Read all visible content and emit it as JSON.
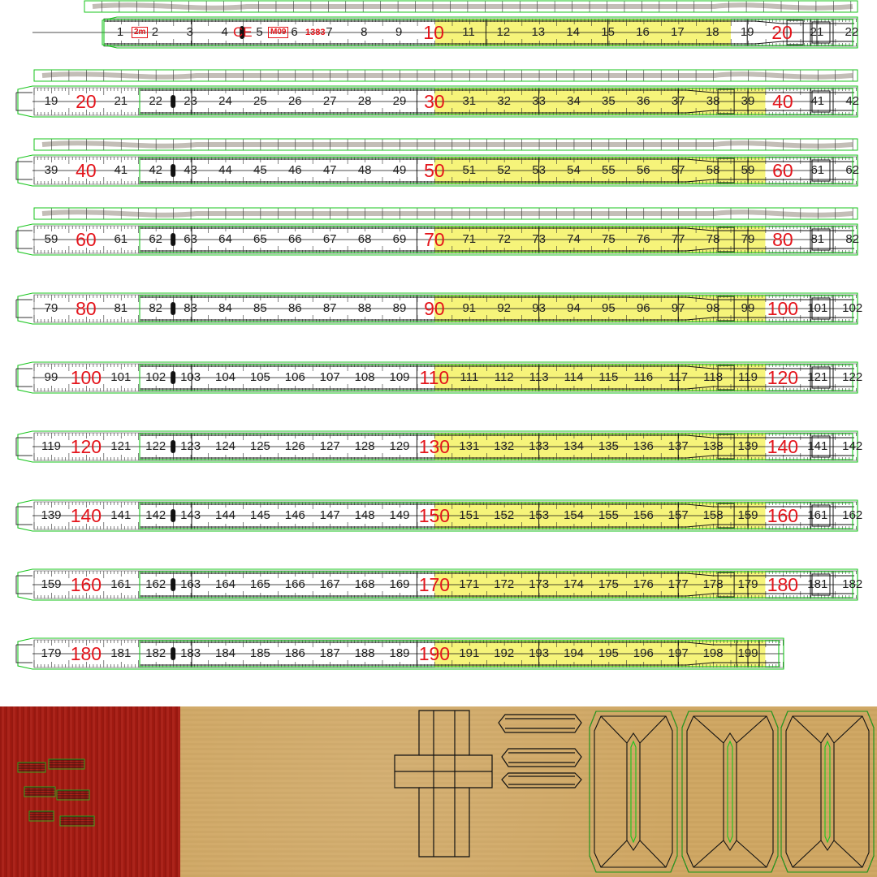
{
  "colors": {
    "yellow": "#f6f47a",
    "red": "#e4141b",
    "black": "#111111",
    "uv_green": "#19c51e",
    "wood": "#a81b12",
    "cardboard": "#cfa662",
    "hinge_gray": "#b4aea5"
  },
  "segments": [
    {
      "numbers": [
        "1",
        "2",
        "3",
        "4",
        "5",
        "6",
        "7",
        "8",
        "9",
        "10",
        "11",
        "12",
        "13",
        "14",
        "15",
        "16",
        "17",
        "18",
        "19",
        "20",
        "21",
        "22"
      ]
    },
    {
      "numbers": [
        "19",
        "20",
        "21",
        "22",
        "23",
        "24",
        "25",
        "26",
        "27",
        "28",
        "29",
        "30",
        "31",
        "32",
        "33",
        "34",
        "35",
        "36",
        "37",
        "38",
        "39",
        "40",
        "41",
        "42"
      ]
    },
    {
      "numbers": [
        "39",
        "40",
        "41",
        "42",
        "43",
        "44",
        "45",
        "46",
        "47",
        "48",
        "49",
        "50",
        "51",
        "52",
        "53",
        "54",
        "55",
        "56",
        "57",
        "58",
        "59",
        "60",
        "61",
        "62"
      ]
    },
    {
      "numbers": [
        "59",
        "60",
        "61",
        "62",
        "63",
        "64",
        "65",
        "66",
        "67",
        "68",
        "69",
        "70",
        "71",
        "72",
        "73",
        "74",
        "75",
        "76",
        "77",
        "78",
        "79",
        "80",
        "81",
        "82"
      ]
    },
    {
      "numbers": [
        "79",
        "80",
        "81",
        "82",
        "83",
        "84",
        "85",
        "86",
        "87",
        "88",
        "89",
        "90",
        "91",
        "92",
        "93",
        "94",
        "95",
        "96",
        "97",
        "98",
        "99",
        "100",
        "101",
        "102"
      ]
    },
    {
      "numbers": [
        "99",
        "100",
        "101",
        "102",
        "103",
        "104",
        "105",
        "106",
        "107",
        "108",
        "109",
        "110",
        "111",
        "112",
        "113",
        "114",
        "115",
        "116",
        "117",
        "118",
        "119",
        "120",
        "121",
        "122"
      ]
    },
    {
      "numbers": [
        "119",
        "120",
        "121",
        "122",
        "123",
        "124",
        "125",
        "126",
        "127",
        "128",
        "129",
        "130",
        "131",
        "132",
        "133",
        "134",
        "135",
        "136",
        "137",
        "138",
        "139",
        "140",
        "141",
        "142"
      ]
    },
    {
      "numbers": [
        "139",
        "140",
        "141",
        "142",
        "143",
        "144",
        "145",
        "146",
        "147",
        "148",
        "149",
        "150",
        "151",
        "152",
        "153",
        "154",
        "155",
        "156",
        "157",
        "158",
        "159",
        "160",
        "161",
        "162"
      ]
    },
    {
      "numbers": [
        "159",
        "160",
        "161",
        "162",
        "163",
        "164",
        "165",
        "166",
        "167",
        "168",
        "169",
        "170",
        "171",
        "172",
        "173",
        "174",
        "175",
        "176",
        "177",
        "178",
        "179",
        "180",
        "181",
        "182"
      ]
    },
    {
      "numbers": [
        "179",
        "180",
        "181",
        "182",
        "183",
        "184",
        "185",
        "186",
        "187",
        "188",
        "189",
        "190",
        "191",
        "192",
        "193",
        "194",
        "195",
        "196",
        "197",
        "198",
        "199"
      ]
    }
  ],
  "markings": {
    "length": "2m",
    "ce": "CE",
    "mid": "M09",
    "code": "1383"
  }
}
